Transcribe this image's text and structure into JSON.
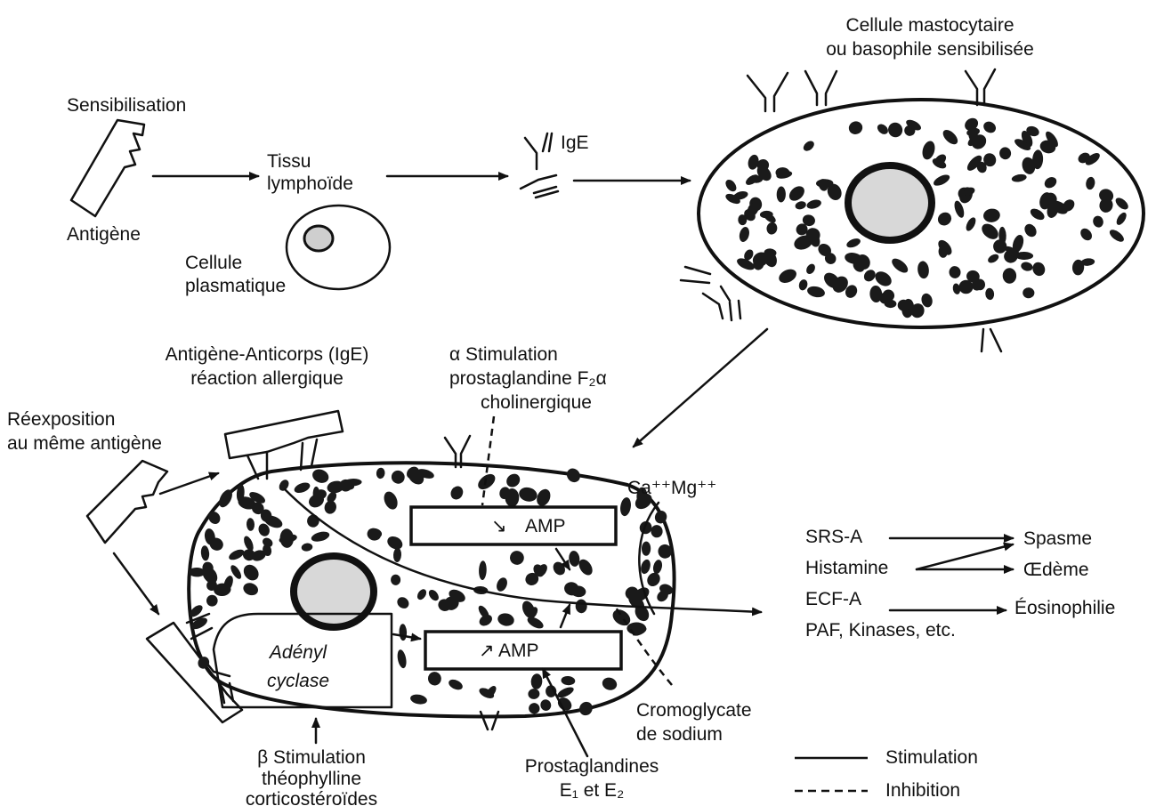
{
  "labels": {
    "sensibilisation": "Sensibilisation",
    "antigene": "Antigène",
    "tissu_line1": "Tissu",
    "tissu_line2": "lymphoïde",
    "ige": "IgE",
    "cellule_plasma_line1": "Cellule",
    "cellule_plasma_line2": "plasmatique",
    "mast_line1": "Cellule mastocytaire",
    "mast_line2": "ou basophile sensibilisée",
    "ag_ac_line1": "Antigène-Anticorps (IgE)",
    "ag_ac_line2": "réaction allergique",
    "reexpo_line1": "Réexposition",
    "reexpo_line2": "au même antigène",
    "alpha_line1": "α Stimulation",
    "alpha_line2": "prostaglandine F₂α",
    "alpha_line3": "cholinergique",
    "ca_mg": "Ca⁺⁺Mg⁺⁺",
    "amp_top": "AMP",
    "amp_bottom": "AMP",
    "adenyl_line1": "Adényl",
    "adenyl_line2": "cyclase",
    "beta_line1": "β Stimulation",
    "beta_line2": "théophylline",
    "beta_line3": "corticostéroïdes",
    "prosta_line1": "Prostaglandines",
    "prosta_line2": "E₁ et E₂",
    "cromo_line1": "Cromoglycate",
    "cromo_line2": "de sodium"
  },
  "mediators": {
    "srs": "SRS-A",
    "histamine": "Histamine",
    "ecf": "ECF-A",
    "paf": "PAF, Kinases, etc."
  },
  "effects": {
    "spasme": "Spasme",
    "oedeme": "Œdème",
    "eosino": "Éosinophilie"
  },
  "legend": {
    "stimulation": "Stimulation",
    "inhibition": "Inhibition"
  }
}
